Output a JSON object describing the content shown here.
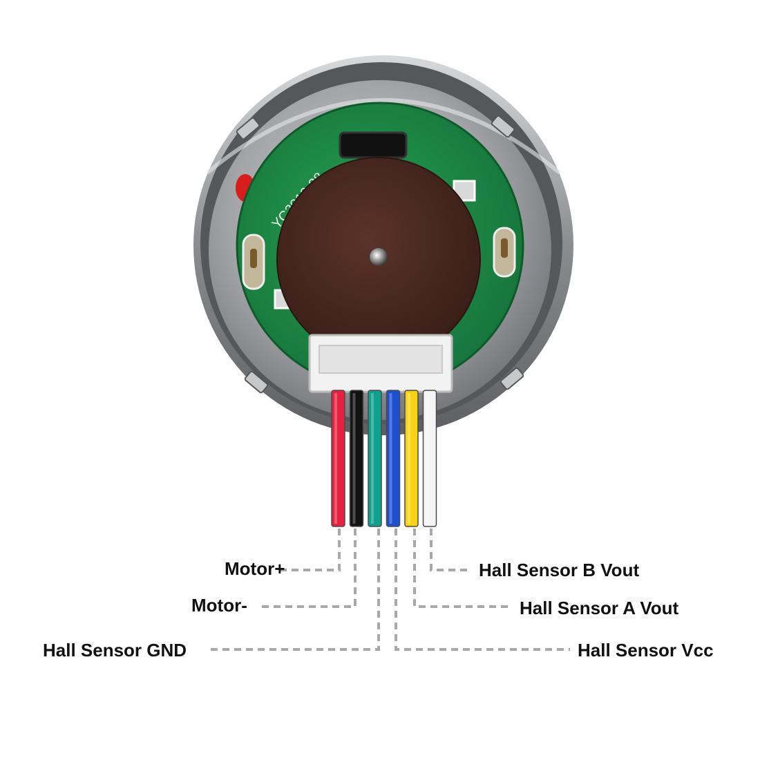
{
  "pcb": {
    "marking": "YC2010-28"
  },
  "wires": [
    {
      "id": "motor-plus",
      "color": "#e8203f",
      "label": "Motor+"
    },
    {
      "id": "motor-minus",
      "color": "#121212",
      "label": "Motor-"
    },
    {
      "id": "hall-gnd",
      "color": "#0fa08e",
      "label": "Hall Sensor GND"
    },
    {
      "id": "hall-vcc",
      "color": "#1f4fd1",
      "label": "Hall Sensor Vcc"
    },
    {
      "id": "hall-a-vout",
      "color": "#f7d313",
      "label": "Hall Sensor A Vout"
    },
    {
      "id": "hall-b-vout",
      "color": "#f4f4f4",
      "label": "Hall Sensor B Vout"
    }
  ],
  "colors": {
    "housing": "#8d8f93",
    "pcb": "#1e8a45",
    "magnet_disc": "#4a2a22",
    "connector": "#f2f2f2",
    "leader_line": "#a8a8a8"
  }
}
